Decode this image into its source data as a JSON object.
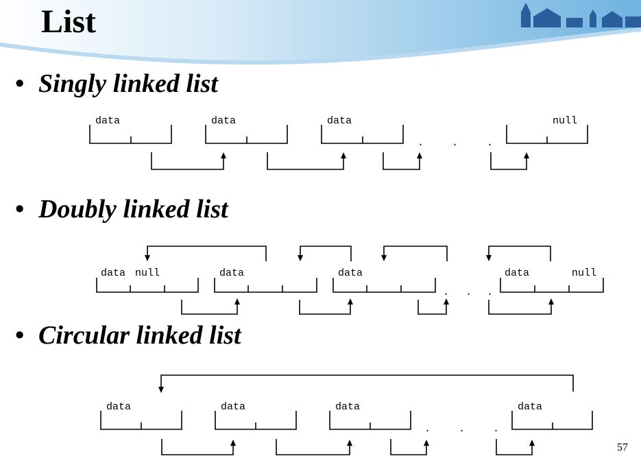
{
  "slide": {
    "title": "List",
    "page_number": "57",
    "bullet_symbol": "•"
  },
  "sections": [
    {
      "heading": "Singly linked list"
    },
    {
      "heading": "Doubly linked list"
    },
    {
      "heading": "Circular linked list"
    }
  ],
  "diagram_text": {
    "data": "data",
    "null": "null",
    "ellipsis_dot": "."
  }
}
